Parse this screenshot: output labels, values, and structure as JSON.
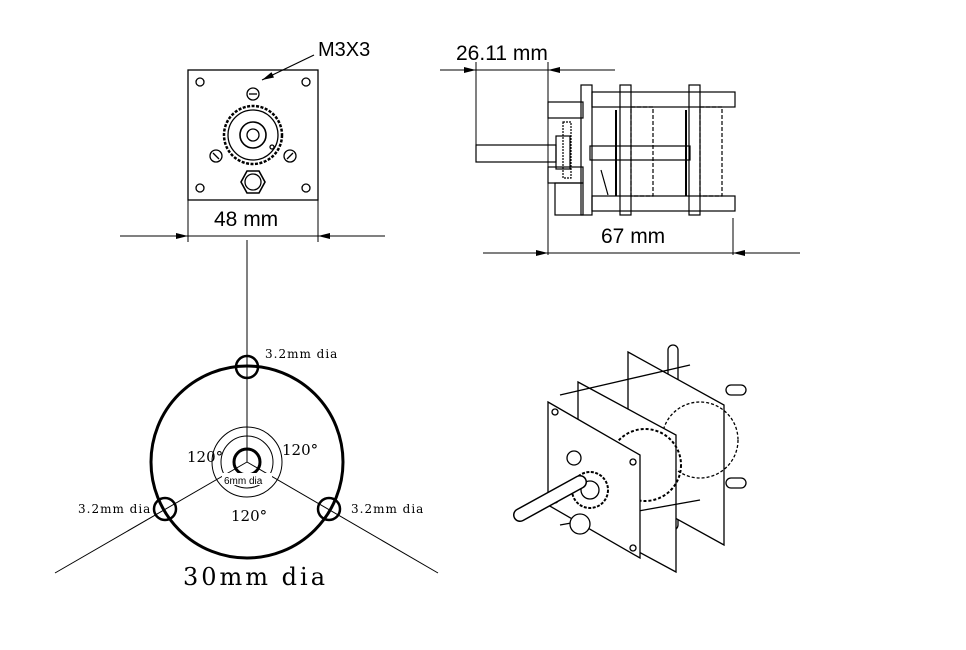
{
  "front_view": {
    "screw_label": "M3X3",
    "width_label": "48 mm"
  },
  "side_view": {
    "shaft_length_label": "26.11 mm",
    "body_length_label": "67 mm"
  },
  "mounting_pattern": {
    "hole_label_top": "3.2mm dia",
    "hole_label_left": "3.2mm dia",
    "hole_label_right": "3.2mm dia",
    "angle_left": "120°",
    "angle_right": "120°",
    "angle_bottom": "120°",
    "center_hole_label": "6mm dia",
    "circle_label": "30mm dia"
  },
  "colors": {
    "line": "#000000",
    "background": "#ffffff"
  }
}
